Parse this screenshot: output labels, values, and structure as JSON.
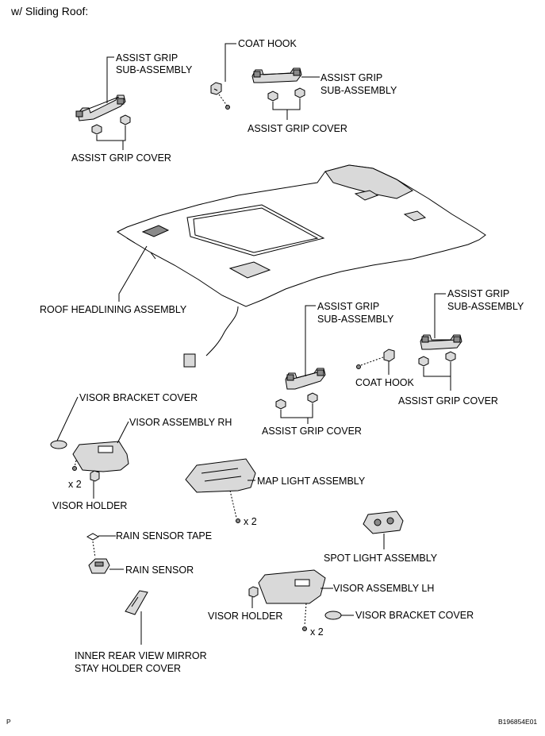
{
  "header": {
    "title": "w/ Sliding Roof:"
  },
  "labels": {
    "assist_grip_sub_tl": [
      "ASSIST GRIP",
      "SUB-ASSEMBLY"
    ],
    "assist_grip_cover_tl": "ASSIST GRIP COVER",
    "coat_hook_top": "COAT HOOK",
    "assist_grip_sub_tr": [
      "ASSIST GRIP",
      "SUB-ASSEMBLY"
    ],
    "assist_grip_cover_tr": "ASSIST GRIP COVER",
    "roof_headlining": "ROOF HEADLINING ASSEMBLY",
    "assist_grip_sub_mid": [
      "ASSIST GRIP",
      "SUB-ASSEMBLY"
    ],
    "assist_grip_sub_right": [
      "ASSIST GRIP",
      "SUB-ASSEMBLY"
    ],
    "coat_hook_right": "COAT HOOK",
    "assist_grip_cover_right": "ASSIST GRIP COVER",
    "assist_grip_cover_mid": "ASSIST GRIP COVER",
    "visor_bracket_cover_left": "VISOR BRACKET COVER",
    "visor_assembly_rh": "VISOR ASSEMBLY RH",
    "x2_visor_rh": "x 2",
    "visor_holder_left": "VISOR HOLDER",
    "map_light_assembly": "MAP LIGHT ASSEMBLY",
    "x2_map_light": "x 2",
    "rain_sensor_tape": "RAIN SENSOR TAPE",
    "rain_sensor": "RAIN SENSOR",
    "spot_light_assembly": "SPOT LIGHT ASSEMBLY",
    "visor_assembly_lh": "VISOR ASSEMBLY LH",
    "visor_holder_right": "VISOR HOLDER",
    "visor_bracket_cover_right": "VISOR BRACKET COVER",
    "x2_visor_lh": "x 2",
    "inner_mirror_cover": [
      "INNER REAR VIEW MIRROR",
      "STAY HOLDER COVER"
    ]
  },
  "footer": {
    "left_mark": "P",
    "figure_id": "B196854E01"
  },
  "colors": {
    "line": "#000000",
    "part_fill": "#d9d9d9",
    "part_dark": "#8a8a8a",
    "background": "#ffffff"
  }
}
